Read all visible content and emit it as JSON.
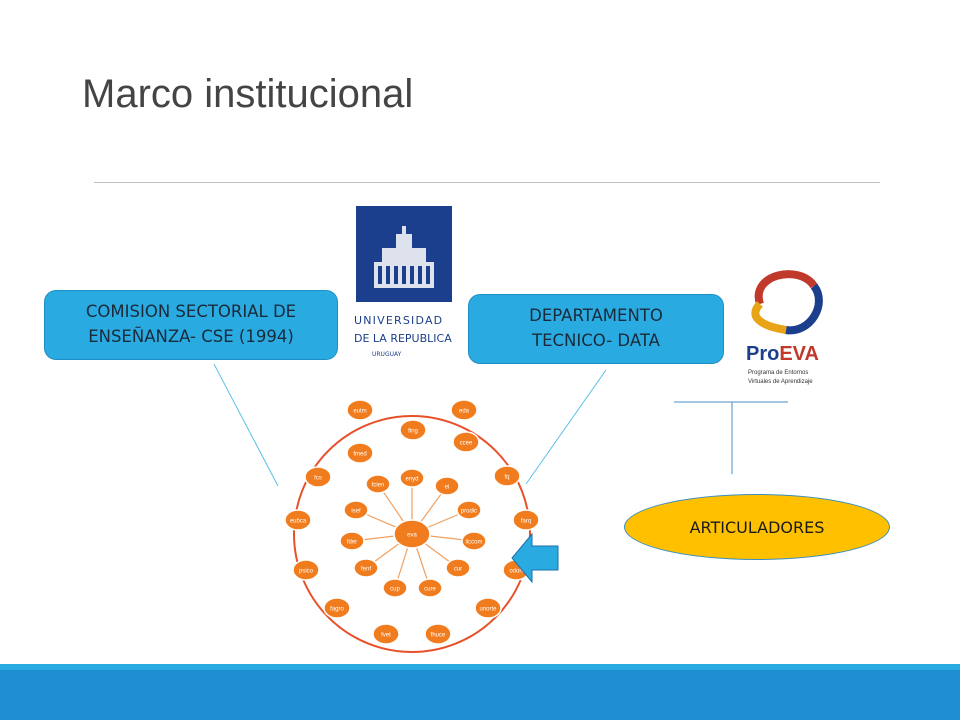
{
  "slide": {
    "title": "Marco institucional"
  },
  "boxes": {
    "cse_line1": "COMISION SECTORIAL DE",
    "cse_line2": "ENSEÑANZA- CSE (1994)",
    "data_line1": "DEPARTAMENTO",
    "data_line2": "TECNICO- DATA",
    "articuladores": "ARTICULADORES"
  },
  "logos": {
    "udelar": {
      "line1": "UNIVERSIDAD",
      "line2": "DE LA REPUBLICA",
      "line3": "URUGUAY"
    },
    "proeva": {
      "name_pro": "Pro",
      "name_eva": "EVA",
      "sub1": "Programa de Entornos",
      "sub2": "Virtuales de Aprendizaje"
    }
  },
  "network": {
    "center": "eva",
    "outer_nodes": [
      "eutm",
      "eda",
      "fing",
      "fmed",
      "ccee",
      "fcs",
      "fq",
      "farq",
      "eubca",
      "odon",
      "psico",
      "fagro",
      "unorte",
      "fvet",
      "fhuce"
    ],
    "inner_nodes": [
      "enyd",
      "fcien",
      "ei",
      "isef",
      "prodic",
      "fder",
      "liccom",
      "fenf",
      "cur",
      "cup",
      "cure"
    ]
  },
  "colors": {
    "box_fill": "#29abe2",
    "ellipse_fill": "#ffc000",
    "node_fill": "#f07c1e",
    "ring": "#e8502a",
    "footer": "#1f8fd1"
  }
}
